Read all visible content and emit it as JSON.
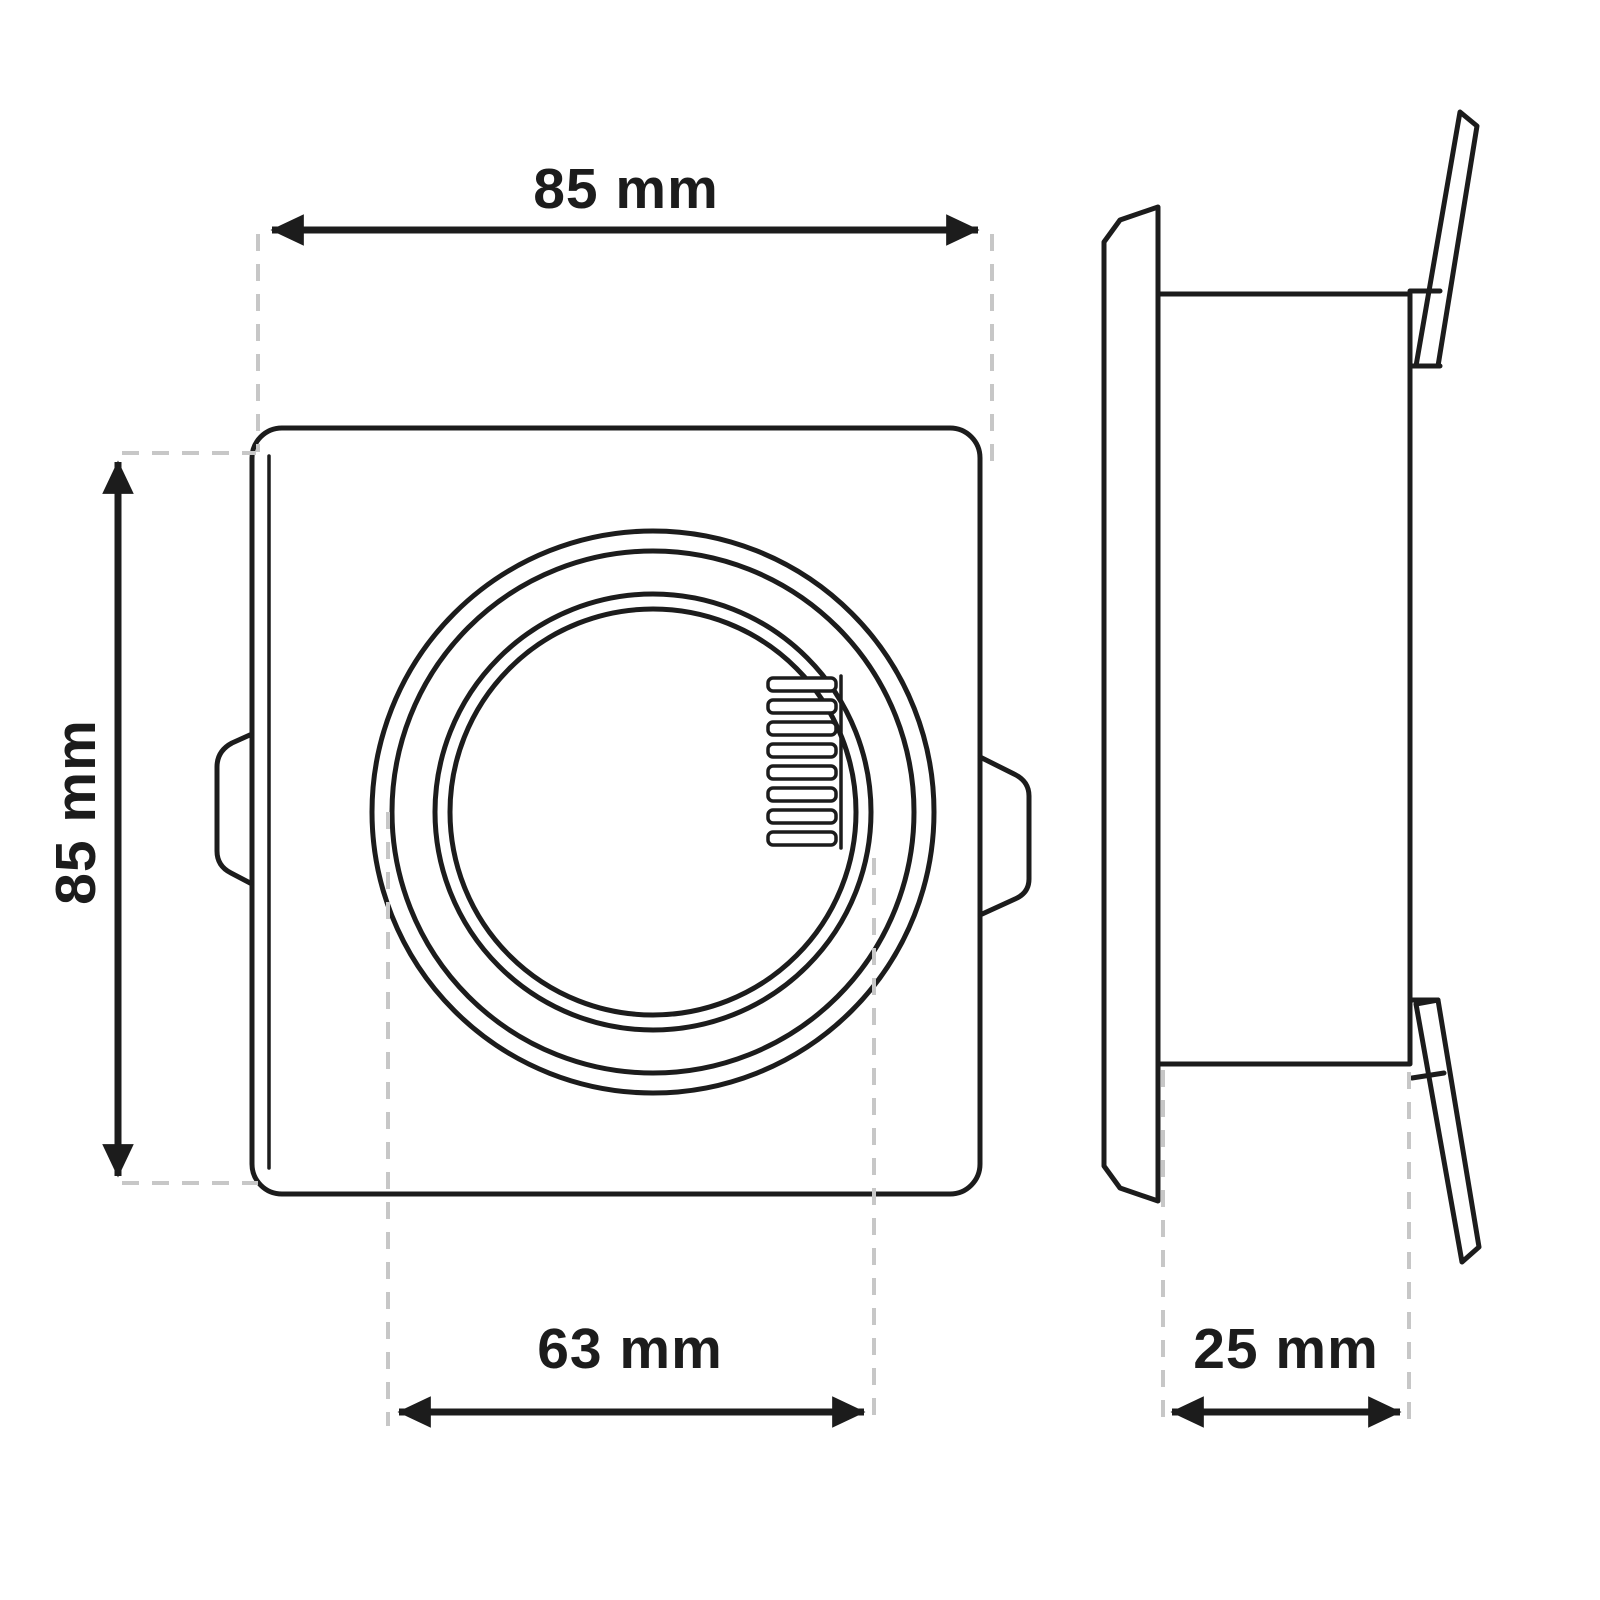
{
  "colors": {
    "line": "#1c1c1c",
    "guide": "#c7c7c7",
    "background": "#ffffff"
  },
  "dimensions": {
    "top_width": "85 mm",
    "left_height": "85 mm",
    "bottom_inner": "63 mm",
    "right_depth": "25 mm"
  }
}
